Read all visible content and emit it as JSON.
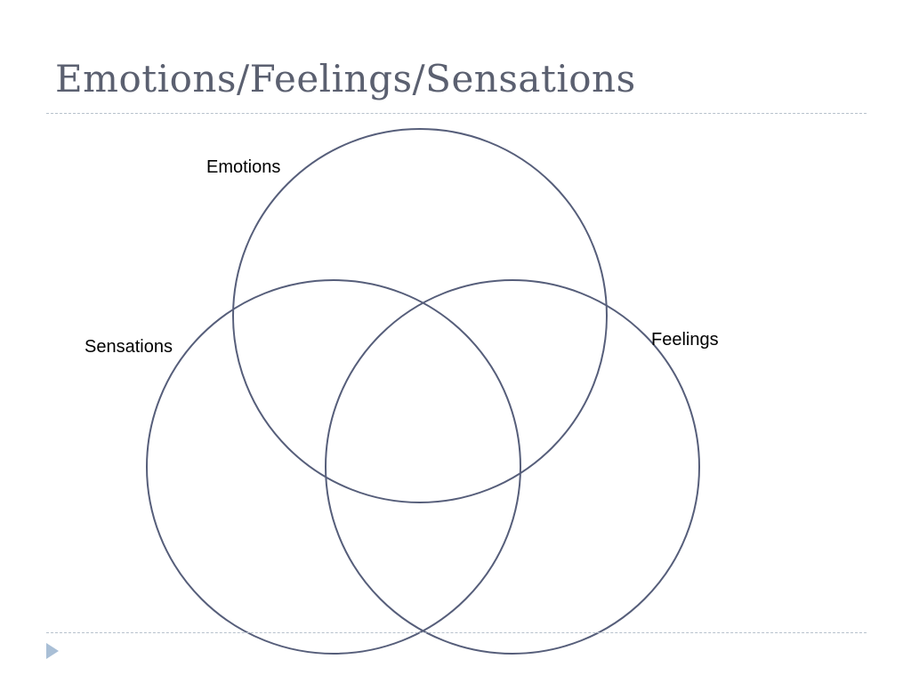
{
  "slide": {
    "title": "Emotions/Feelings/Sensations"
  },
  "diagram": {
    "type": "venn",
    "circles": [
      {
        "id": "emotions",
        "label": "Emotions"
      },
      {
        "id": "feelings",
        "label": "Feelings"
      },
      {
        "id": "sensations",
        "label": "Sensations"
      }
    ]
  },
  "colors": {
    "title": "#5b6070",
    "circle_stroke": "#565e7a",
    "rule": "#b7c1cc",
    "nav_arrow": "#a9bfd6"
  },
  "icons": {
    "nav": "next-slide-arrow-icon"
  }
}
